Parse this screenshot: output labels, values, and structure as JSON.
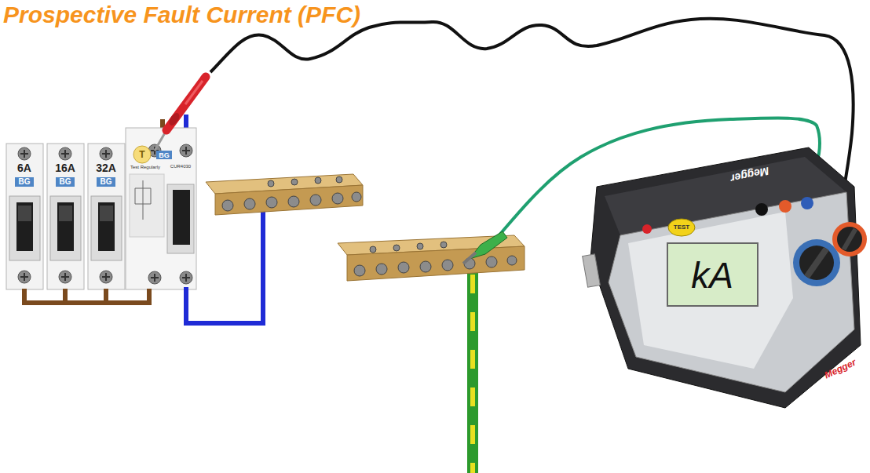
{
  "diagram": {
    "title": "Prospective Fault Current (PFC)",
    "labels": [
      "6A",
      "16A",
      "32A",
      "BG",
      "BG",
      "BG",
      "T",
      "BG",
      "CUR4030",
      "Test Regularly",
      "TEST",
      "Megger",
      "Megger",
      "kA"
    ]
  }
}
